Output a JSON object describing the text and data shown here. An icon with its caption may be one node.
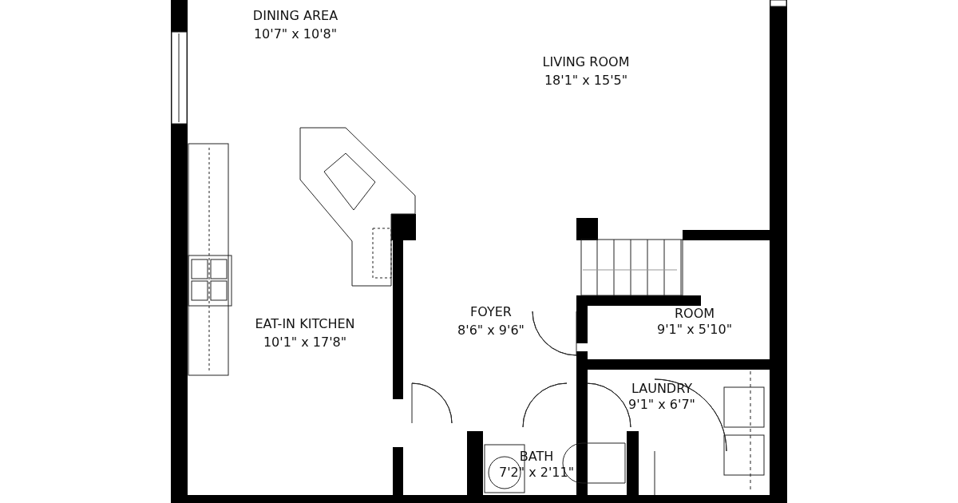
{
  "diagram": {
    "labels": [
      "DINING AREA",
      "10'7\" x 10'8\"",
      "LIVING ROOM",
      "18'1\" x 15'5\"",
      "EAT-IN KITCHEN",
      "10'1\" x 17'8\"",
      "FOYER",
      "8'6\" x 9'6\"",
      "ROOM",
      "9'1\" x 5'10\"",
      "LAUNDRY",
      "9'1\" x 6'7\"",
      "BATH",
      "7'2\" x 2'11\""
    ]
  }
}
